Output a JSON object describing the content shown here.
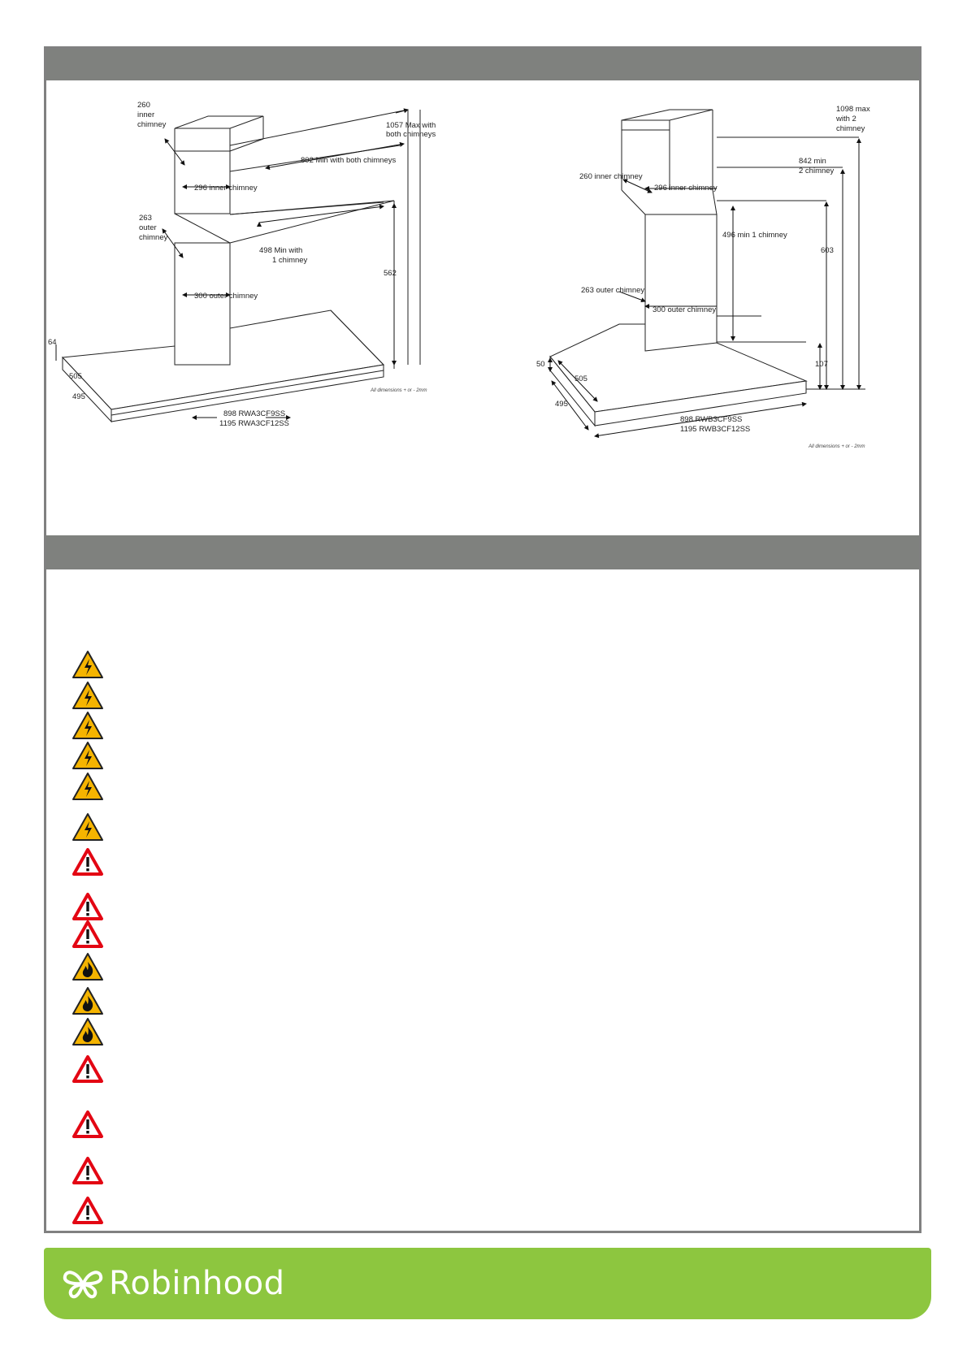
{
  "left_diagram": {
    "labels": {
      "inner_chimney_depth": [
        "260",
        "inner",
        "chimney"
      ],
      "max_both": [
        "1057  Max with",
        "both chimneys"
      ],
      "min_both": "802  Min with both chimneys",
      "inner_width": "296 inner chimney",
      "outer_chimney_depth": [
        "263",
        "outer",
        "chimney"
      ],
      "min_one": [
        "498  Min with",
        "1 chimney"
      ],
      "height_562": "562",
      "outer_width": "300 outer chimney",
      "canopy_height": "64",
      "depth_505": "505",
      "depth_495": "495",
      "model_width": [
        "898 RWA3CF9SS",
        "1195 RWA3CF12SS"
      ],
      "tolerance": "All dimensions + or - 2mm"
    }
  },
  "right_diagram": {
    "labels": {
      "max_two": [
        "1098 max",
        "with 2",
        "chimney"
      ],
      "min_two": [
        "842 min",
        "2 chimney"
      ],
      "inner_depth": "260 inner chimney",
      "inner_width": "296 inner chimney",
      "min_one": "496 min 1 chimney",
      "height_603": "603",
      "outer_depth": "263 outer chimney",
      "outer_width": "300 outer chimney",
      "canopy_height": "50",
      "depth_505": "505",
      "depth_495": "495",
      "height_107": "107",
      "model_width": [
        "898 RWB3CF9SS",
        "1195 RWB3CF12SS"
      ],
      "tolerance": "All dimensions + or - 2mm"
    }
  },
  "warnings": [
    {
      "icon": "electric-warning-icon"
    },
    {
      "icon": "electric-warning-icon"
    },
    {
      "icon": "electric-warning-icon"
    },
    {
      "icon": "electric-warning-icon"
    },
    {
      "icon": "electric-warning-icon"
    },
    {
      "icon": "electric-warning-icon"
    },
    {
      "icon": "general-warning-icon"
    },
    {
      "icon": "general-warning-icon"
    },
    {
      "icon": "general-warning-icon"
    },
    {
      "icon": "fire-warning-icon"
    },
    {
      "icon": "fire-warning-icon"
    },
    {
      "icon": "fire-warning-icon"
    },
    {
      "icon": "general-warning-icon"
    },
    {
      "icon": "general-warning-icon"
    },
    {
      "icon": "general-warning-icon"
    },
    {
      "icon": "general-warning-icon"
    }
  ],
  "footer": {
    "brand": "Robinhood"
  },
  "colors": {
    "header_bar": "#7f817e",
    "footer_green": "#8dc63f",
    "warning_yellow": "#f5b400",
    "warning_red": "#e30613"
  }
}
